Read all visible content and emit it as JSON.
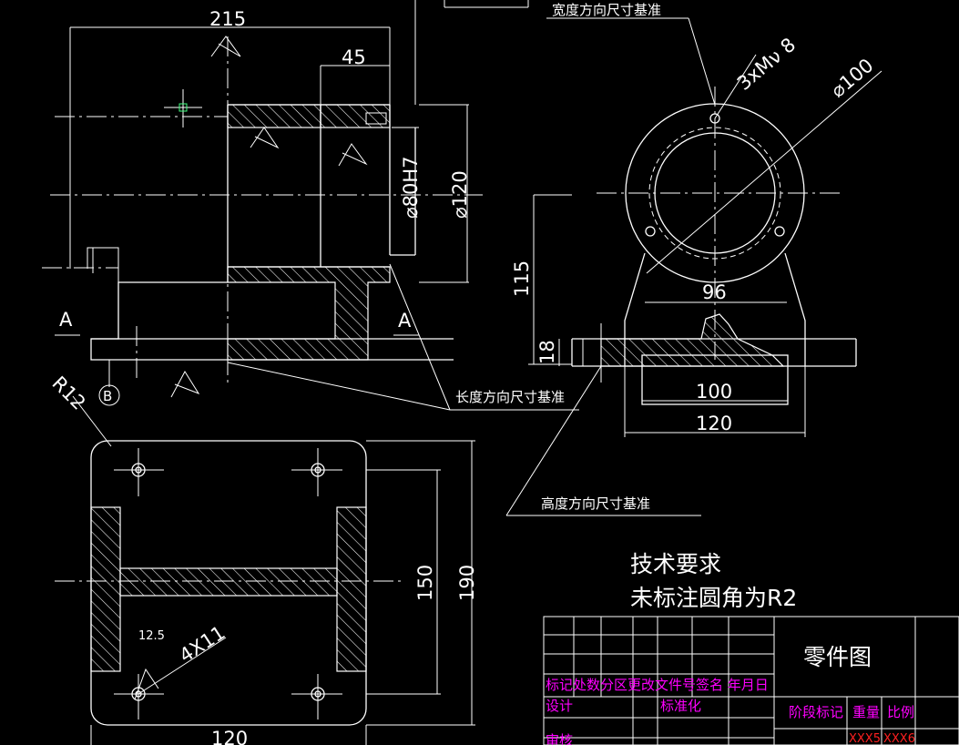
{
  "front_view": {
    "dim_length": "215",
    "dim_45": "45",
    "dim_bore": "⌀80H7",
    "dim_outer": "⌀120",
    "section_a_left": "A",
    "section_a_right": "A",
    "datum_b": "B",
    "radius": "R12"
  },
  "side_view": {
    "dim_outer_dia": "⌀100",
    "dim_thread": "3xMν 8",
    "dim_height": "115",
    "dim_96": "96",
    "dim_18": "18",
    "dim_100": "100",
    "dim_120": "120"
  },
  "top_view": {
    "dim_150": "150",
    "dim_190": "190",
    "dim_120": "120",
    "dim_holes": "4X11",
    "roughness": "12.5"
  },
  "datum_notes": {
    "width": "宽度方向尺寸基准",
    "length": "长度方向尺寸基准",
    "height": "高度方向尺寸基准"
  },
  "tech_requirements": {
    "title": "技术要求",
    "line1": "未标注圆角为R2"
  },
  "title_block": {
    "part_name": "零件图",
    "header_row": "标记处数分区更改文件号签名 年月日",
    "design": "设计",
    "standardize": "标准化",
    "review": "审核",
    "stage_mark": "阶段标记",
    "weight": "重量",
    "scale": "比例",
    "weight_val": "XXX5",
    "scale_val": "XXX6"
  }
}
